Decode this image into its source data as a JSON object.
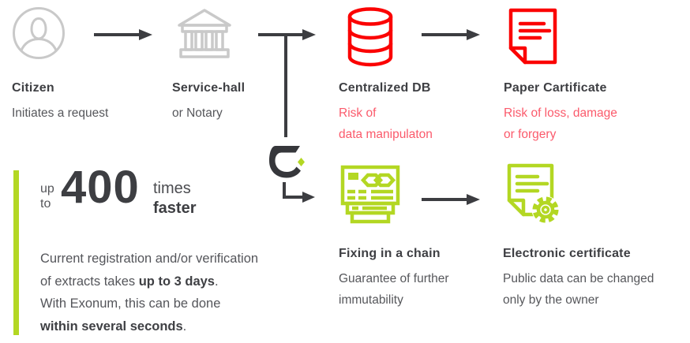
{
  "colors": {
    "icon_red": "#fb0202",
    "risk_pink": "#fb5a6b",
    "lime_green": "#b3d723",
    "dark_text": "#3e3f43",
    "gray_text": "#56575b",
    "light_gray_icon": "#c9c9c9",
    "arrow_dark": "#3c3d41"
  },
  "flow": {
    "citizen": {
      "title": "Citizen",
      "subtitle": "Initiates a request"
    },
    "service_hall": {
      "title": "Service-hall",
      "subtitle": "or Notary"
    },
    "centralized_db": {
      "title": "Centralized DB",
      "risk_line1": "Risk of",
      "risk_line2": "data manipulaton"
    },
    "paper_certificate": {
      "title": "Paper Cartificate",
      "risk_line1": "Risk of loss, damage",
      "risk_line2": "or forgery"
    },
    "fixing_chain": {
      "title": "Fixing in a chain",
      "subtitle_line1": "Guarantee of further",
      "subtitle_line2": "immutability"
    },
    "electronic_certificate": {
      "title": "Electronic certificate",
      "subtitle_line1": "Public data can be changed",
      "subtitle_line2": "only by the owner"
    }
  },
  "stat": {
    "up": "up",
    "to": "to",
    "value": "400",
    "times": "times",
    "faster": "faster",
    "description": [
      [
        {
          "t": "Current registration and/or verification",
          "b": false
        }
      ],
      [
        {
          "t": "of extracts takes ",
          "b": false
        },
        {
          "t": "up to 3 days",
          "b": true
        },
        {
          "t": ".",
          "b": false
        }
      ],
      [
        {
          "t": "With Exonum, this can be done",
          "b": false
        }
      ],
      [
        {
          "t": "within several seconds",
          "b": true
        },
        {
          "t": ".",
          "b": false
        }
      ]
    ]
  }
}
